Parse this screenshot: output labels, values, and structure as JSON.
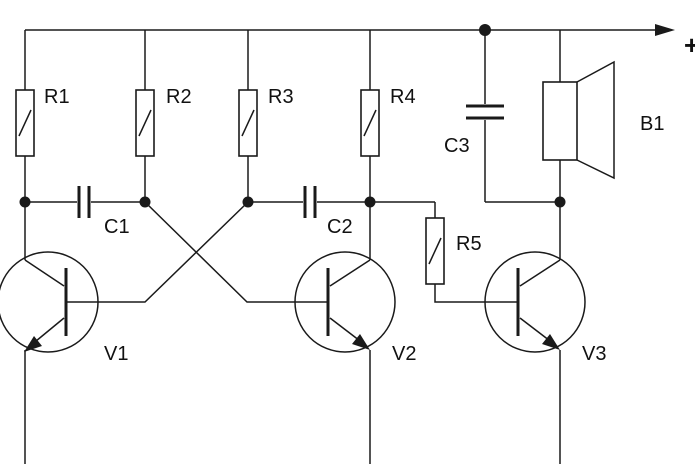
{
  "supply": {
    "terminal_label": "+"
  },
  "resistors": [
    {
      "label": "R1"
    },
    {
      "label": "R2"
    },
    {
      "label": "R3"
    },
    {
      "label": "R4"
    },
    {
      "label": "R5"
    }
  ],
  "capacitors": [
    {
      "label": "C1"
    },
    {
      "label": "C2"
    },
    {
      "label": "C3"
    }
  ],
  "transistors": [
    {
      "label": "V1"
    },
    {
      "label": "V2"
    },
    {
      "label": "V3"
    }
  ],
  "speaker": {
    "label": "B1"
  }
}
